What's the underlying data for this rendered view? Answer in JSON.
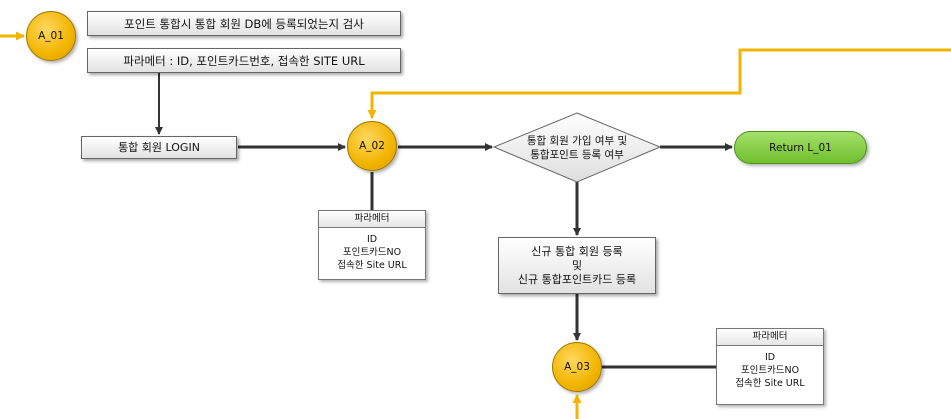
{
  "nodes": {
    "a01": "A_01",
    "a02": "A_02",
    "a03": "A_03",
    "check_title": "포인트 통합시 통합 회원 DB에 등록되었는지 검사",
    "params_header": "파라메터 : ID, 포인트카드번호, 접속한 SITE URL",
    "login": "통합 회원 LOGIN",
    "decision_line1": "통합 회원 가입 여부 및",
    "decision_line2": "통합포인트 등록 여부",
    "return": "Return L_01",
    "register_line1": "신규 통합 회원 등록",
    "register_line2": "및",
    "register_line3": "신규 통합포인트카드 등록"
  },
  "param_box_1": {
    "title": "파라메터",
    "lines": [
      "ID",
      "포인트카드NO",
      "접속한 Site URL"
    ]
  },
  "param_box_2": {
    "title": "파라메터",
    "lines": [
      "ID",
      "포인트카드NO",
      "접속한 Site URL"
    ]
  },
  "colors": {
    "connector_gold": "#f2b400",
    "connector_dark": "#333333",
    "return_green": "#7ac943"
  }
}
